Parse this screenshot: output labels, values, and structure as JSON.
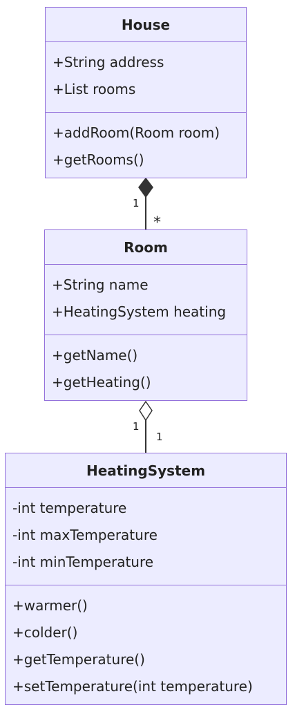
{
  "classes": {
    "house": {
      "name": "House",
      "attributes": [
        "+String address",
        "+List rooms"
      ],
      "methods": [
        "+addRoom(Room room)",
        "+getRooms()"
      ]
    },
    "room": {
      "name": "Room",
      "attributes": [
        "+String name",
        "+HeatingSystem heating"
      ],
      "methods": [
        "+getName()",
        "+getHeating()"
      ]
    },
    "heating": {
      "name": "HeatingSystem",
      "attributes": [
        "-int temperature",
        "-int maxTemperature",
        "-int minTemperature"
      ],
      "methods": [
        "+warmer()",
        "+colder()",
        "+getTemperature()",
        "+setTemperature(int temperature)"
      ]
    }
  },
  "relations": {
    "house_room": {
      "type": "composition",
      "from_multiplicity": "1",
      "to_multiplicity": "*"
    },
    "room_heating": {
      "type": "aggregation",
      "from_multiplicity": "1",
      "to_multiplicity": "1"
    }
  },
  "colors": {
    "fill": "#ececff",
    "border": "#9370db",
    "line": "#333333"
  }
}
